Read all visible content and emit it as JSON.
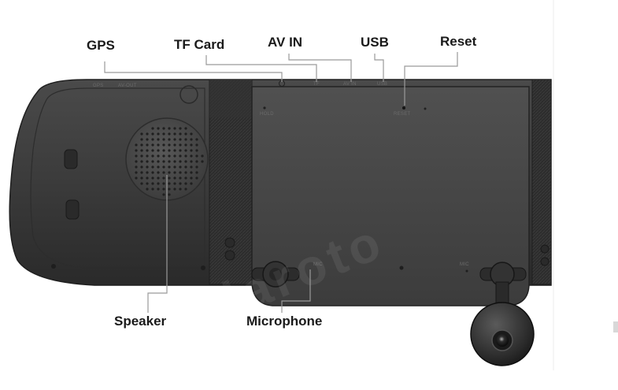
{
  "labels": {
    "gps": "GPS",
    "tf_card": "TF Card",
    "av_in": "AV IN",
    "usb": "USB",
    "reset": "Reset",
    "speaker": "Speaker",
    "microphone": "Microphone"
  },
  "port_marks": {
    "tf": "TF",
    "av_in": "AV IN",
    "usb": "USB",
    "reset": "RESET",
    "mic_left": "MIC",
    "mic_right": "MIC"
  },
  "colors": {
    "body": "#3a3a3a",
    "panel": "#444444",
    "edge": "#1f1f1f",
    "leader": "#9a9a9a"
  }
}
